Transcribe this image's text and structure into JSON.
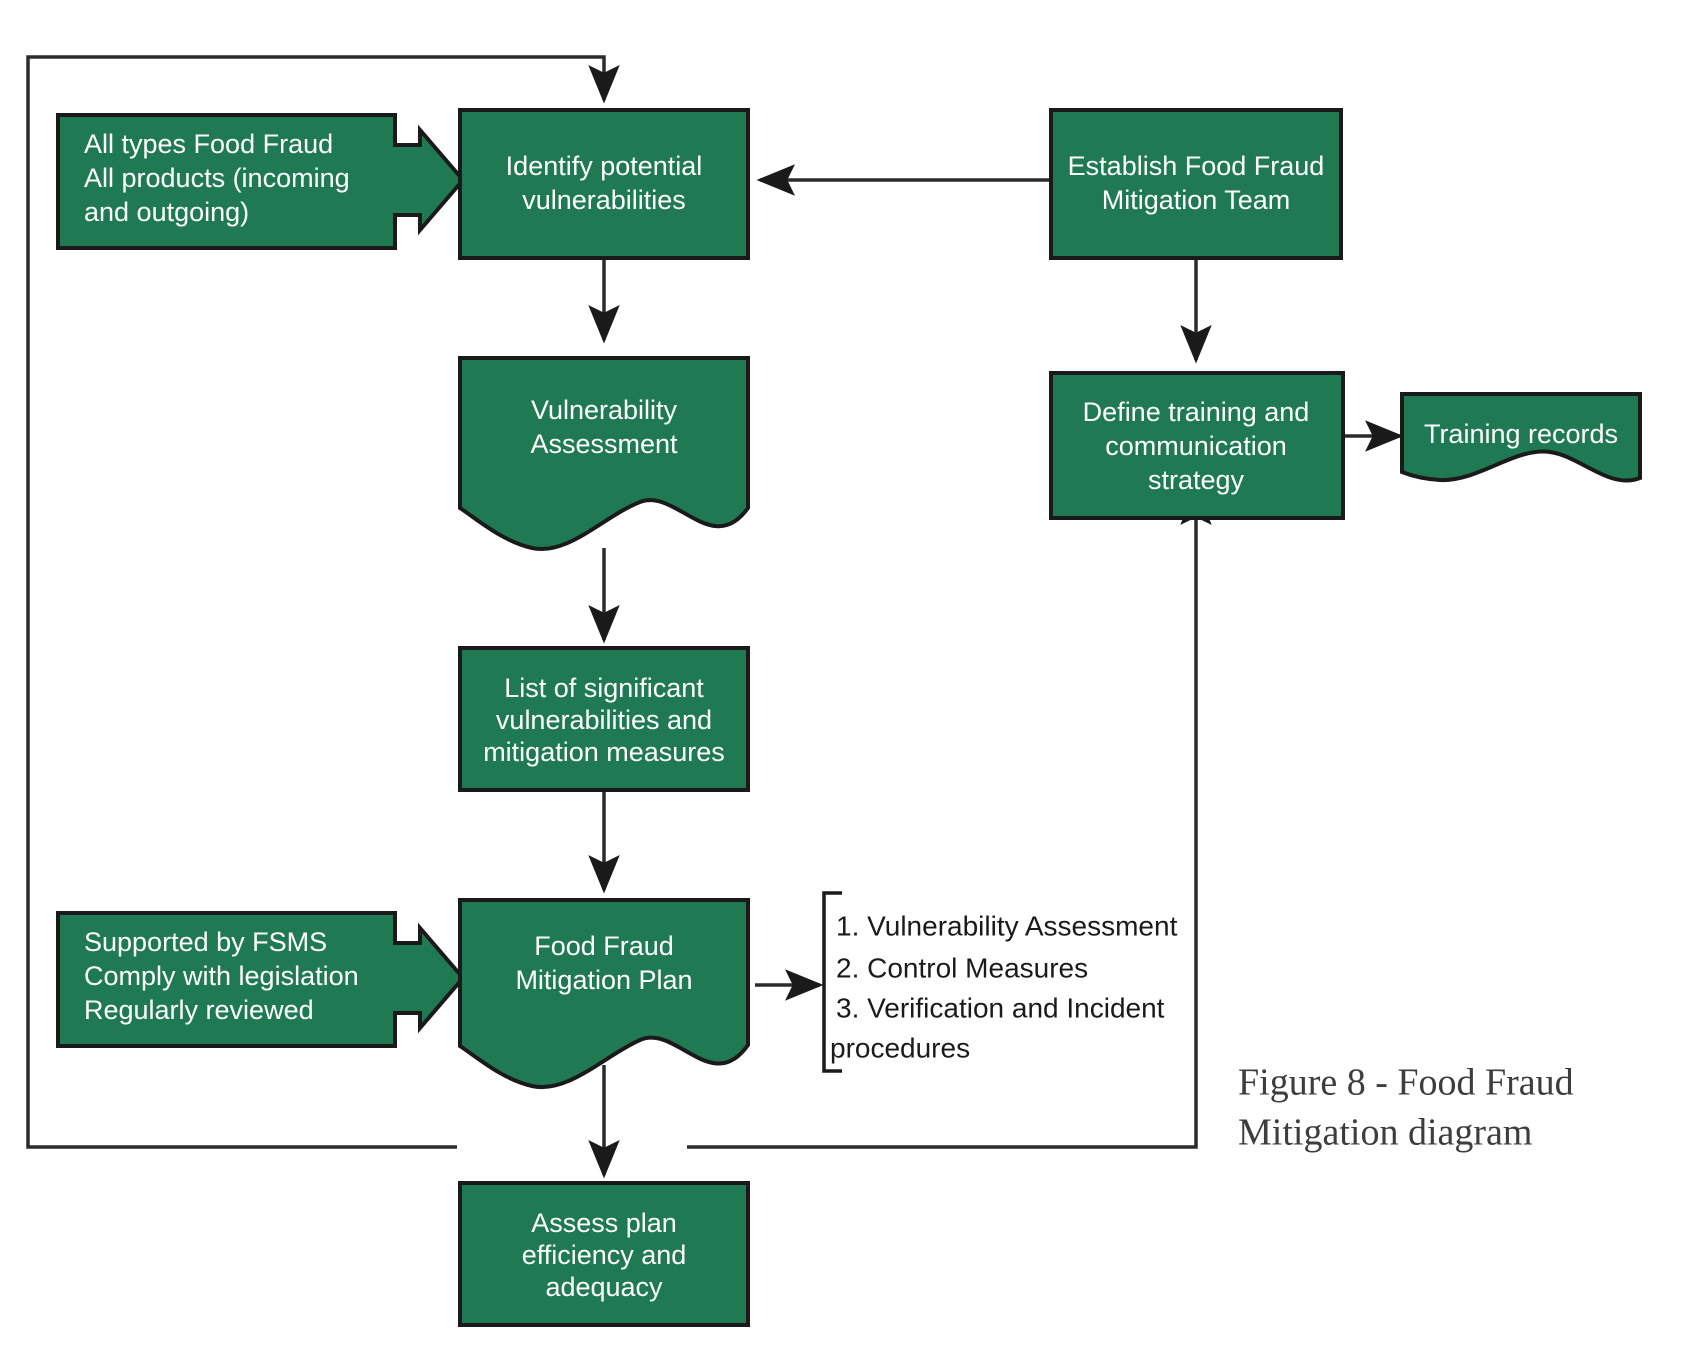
{
  "figure": {
    "caption_line1": "Figure 8 - Food Fraud",
    "caption_line2": "Mitigation diagram"
  },
  "colors": {
    "node_fill": "#1f7a54",
    "node_stroke": "#1a1a1a",
    "node_text": "#ffffff",
    "connector": "#2b2b2b",
    "list_text": "#1a1a1a",
    "caption_text": "#3d3d3d",
    "background": "#ffffff"
  },
  "nodes": {
    "inputs_arrow": {
      "shape": "block-arrow",
      "line1": "All types Food Fraud",
      "line2": "All products (incoming",
      "line3": "and outgoing)"
    },
    "identify": {
      "shape": "rectangle",
      "line1": "Identify potential",
      "line2": "vulnerabilities"
    },
    "establish_team": {
      "shape": "rectangle",
      "line1": "Establish Food Fraud",
      "line2": "Mitigation Team"
    },
    "vulnerability_assessment": {
      "shape": "document",
      "line1": "Vulnerability",
      "line2": "Assessment"
    },
    "define_training": {
      "shape": "rectangle",
      "line1": "Define training and",
      "line2": "communication",
      "line3": "strategy"
    },
    "training_records": {
      "shape": "document",
      "line1": "Training records"
    },
    "list_significant": {
      "shape": "rectangle",
      "line1": "List of significant",
      "line2": "vulnerabilities and",
      "line3": "mitigation measures"
    },
    "supported_arrow": {
      "shape": "block-arrow",
      "line1": "Supported by FSMS",
      "line2": "Comply with legislation",
      "line3": "Regularly reviewed"
    },
    "mitigation_plan": {
      "shape": "document",
      "line1": "Food Fraud",
      "line2": "Mitigation Plan"
    },
    "assess_plan": {
      "shape": "rectangle",
      "line1": "Assess plan",
      "line2": "efficiency and",
      "line3": "adequacy"
    }
  },
  "plan_contents": {
    "item1": "1. Vulnerability Assessment",
    "item2": "2. Control Measures",
    "item3": "3. Verification and Incident",
    "item3_cont": "procedures"
  },
  "connectors": [
    {
      "name": "inputs-to-identify",
      "from": "inputs_arrow",
      "to": "identify"
    },
    {
      "name": "establish-team-to-identify",
      "from": "establish_team",
      "to": "identify"
    },
    {
      "name": "identify-to-vulnerability-assessment",
      "from": "identify",
      "to": "vulnerability_assessment"
    },
    {
      "name": "establish-team-to-define-training",
      "from": "establish_team",
      "to": "define_training"
    },
    {
      "name": "define-training-to-training-records",
      "from": "define_training",
      "to": "training_records"
    },
    {
      "name": "vulnerability-assessment-to-list",
      "from": "vulnerability_assessment",
      "to": "list_significant"
    },
    {
      "name": "list-to-mitigation-plan",
      "from": "list_significant",
      "to": "mitigation_plan"
    },
    {
      "name": "supported-to-mitigation-plan",
      "from": "supported_arrow",
      "to": "mitigation_plan"
    },
    {
      "name": "mitigation-plan-to-contents",
      "from": "mitigation_plan",
      "to": "plan_contents"
    },
    {
      "name": "mitigation-plan-to-assess",
      "from": "mitigation_plan",
      "to": "assess_plan"
    },
    {
      "name": "assess-to-identify-feedback",
      "from": "assess_plan",
      "to": "identify"
    },
    {
      "name": "assess-to-define-training-feedback",
      "from": "assess_plan",
      "to": "define_training"
    }
  ]
}
